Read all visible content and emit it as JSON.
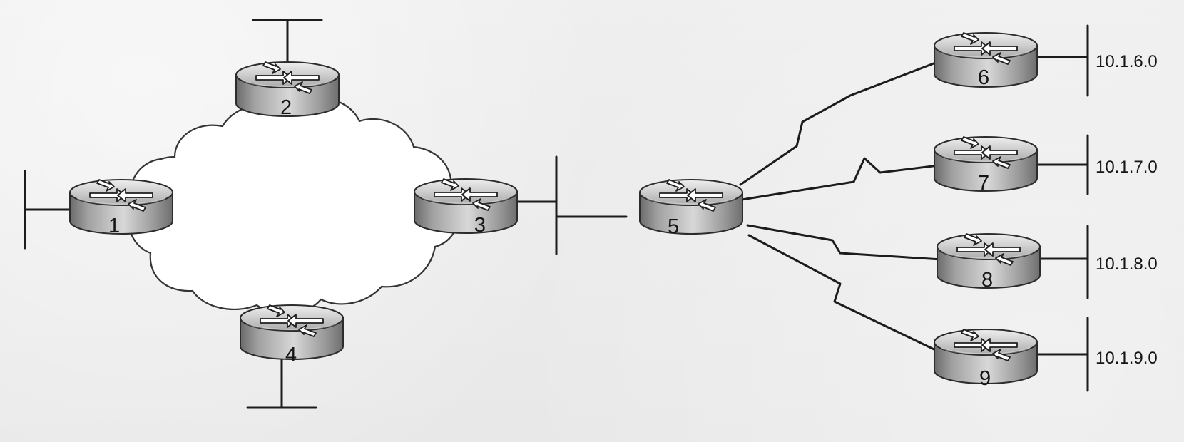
{
  "routers": [
    {
      "id": "1",
      "label": "1"
    },
    {
      "id": "2",
      "label": "2"
    },
    {
      "id": "3",
      "label": "3"
    },
    {
      "id": "4",
      "label": "4"
    },
    {
      "id": "5",
      "label": "5"
    },
    {
      "id": "6",
      "label": "6"
    },
    {
      "id": "7",
      "label": "7"
    },
    {
      "id": "8",
      "label": "8"
    },
    {
      "id": "9",
      "label": "9"
    }
  ],
  "networks": [
    {
      "label": "10.1.6.0"
    },
    {
      "label": "10.1.7.0"
    },
    {
      "label": "10.1.8.0"
    },
    {
      "label": "10.1.9.0"
    }
  ]
}
